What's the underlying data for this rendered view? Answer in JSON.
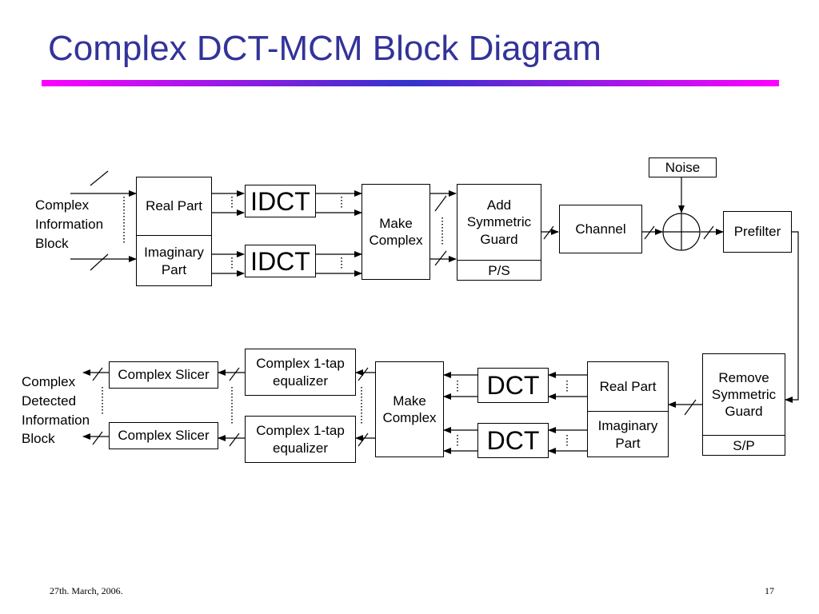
{
  "title": "Complex DCT-MCM Block Diagram",
  "colors": {
    "title": "#33339a",
    "rule_left": "#ff00ff",
    "rule_right": "#3333cc"
  },
  "diagram": {
    "top_row": {
      "input_label": [
        "Complex",
        "Information",
        "Block"
      ],
      "real_part": "Real Part",
      "imaginary_part": [
        "Imaginary",
        "Part"
      ],
      "idct_upper": "IDCT",
      "idct_lower": "IDCT",
      "make_complex": [
        "Make",
        "Complex"
      ],
      "add_guard": [
        "Add",
        "Symmetric",
        "Guard"
      ],
      "ps": "P/S",
      "channel": "Channel",
      "noise": "Noise",
      "prefilter": "Prefilter"
    },
    "bottom_row": {
      "remove_guard": [
        "Remove",
        "Symmetric",
        "Guard"
      ],
      "sp": "S/P",
      "real_part": "Real Part",
      "imaginary_part": [
        "Imaginary",
        "Part"
      ],
      "dct_upper": "DCT",
      "dct_lower": "DCT",
      "make_complex": [
        "Make",
        "Complex"
      ],
      "equalizer_upper": [
        "Complex 1-tap",
        "equalizer"
      ],
      "equalizer_lower": [
        "Complex 1-tap",
        "equalizer"
      ],
      "slicer_upper": "Complex Slicer",
      "slicer_lower": "Complex Slicer",
      "output_label": [
        "Complex",
        "Detected",
        "Information",
        "Block"
      ]
    }
  },
  "footer": {
    "date": "27th. March, 2006.",
    "page": "17"
  }
}
